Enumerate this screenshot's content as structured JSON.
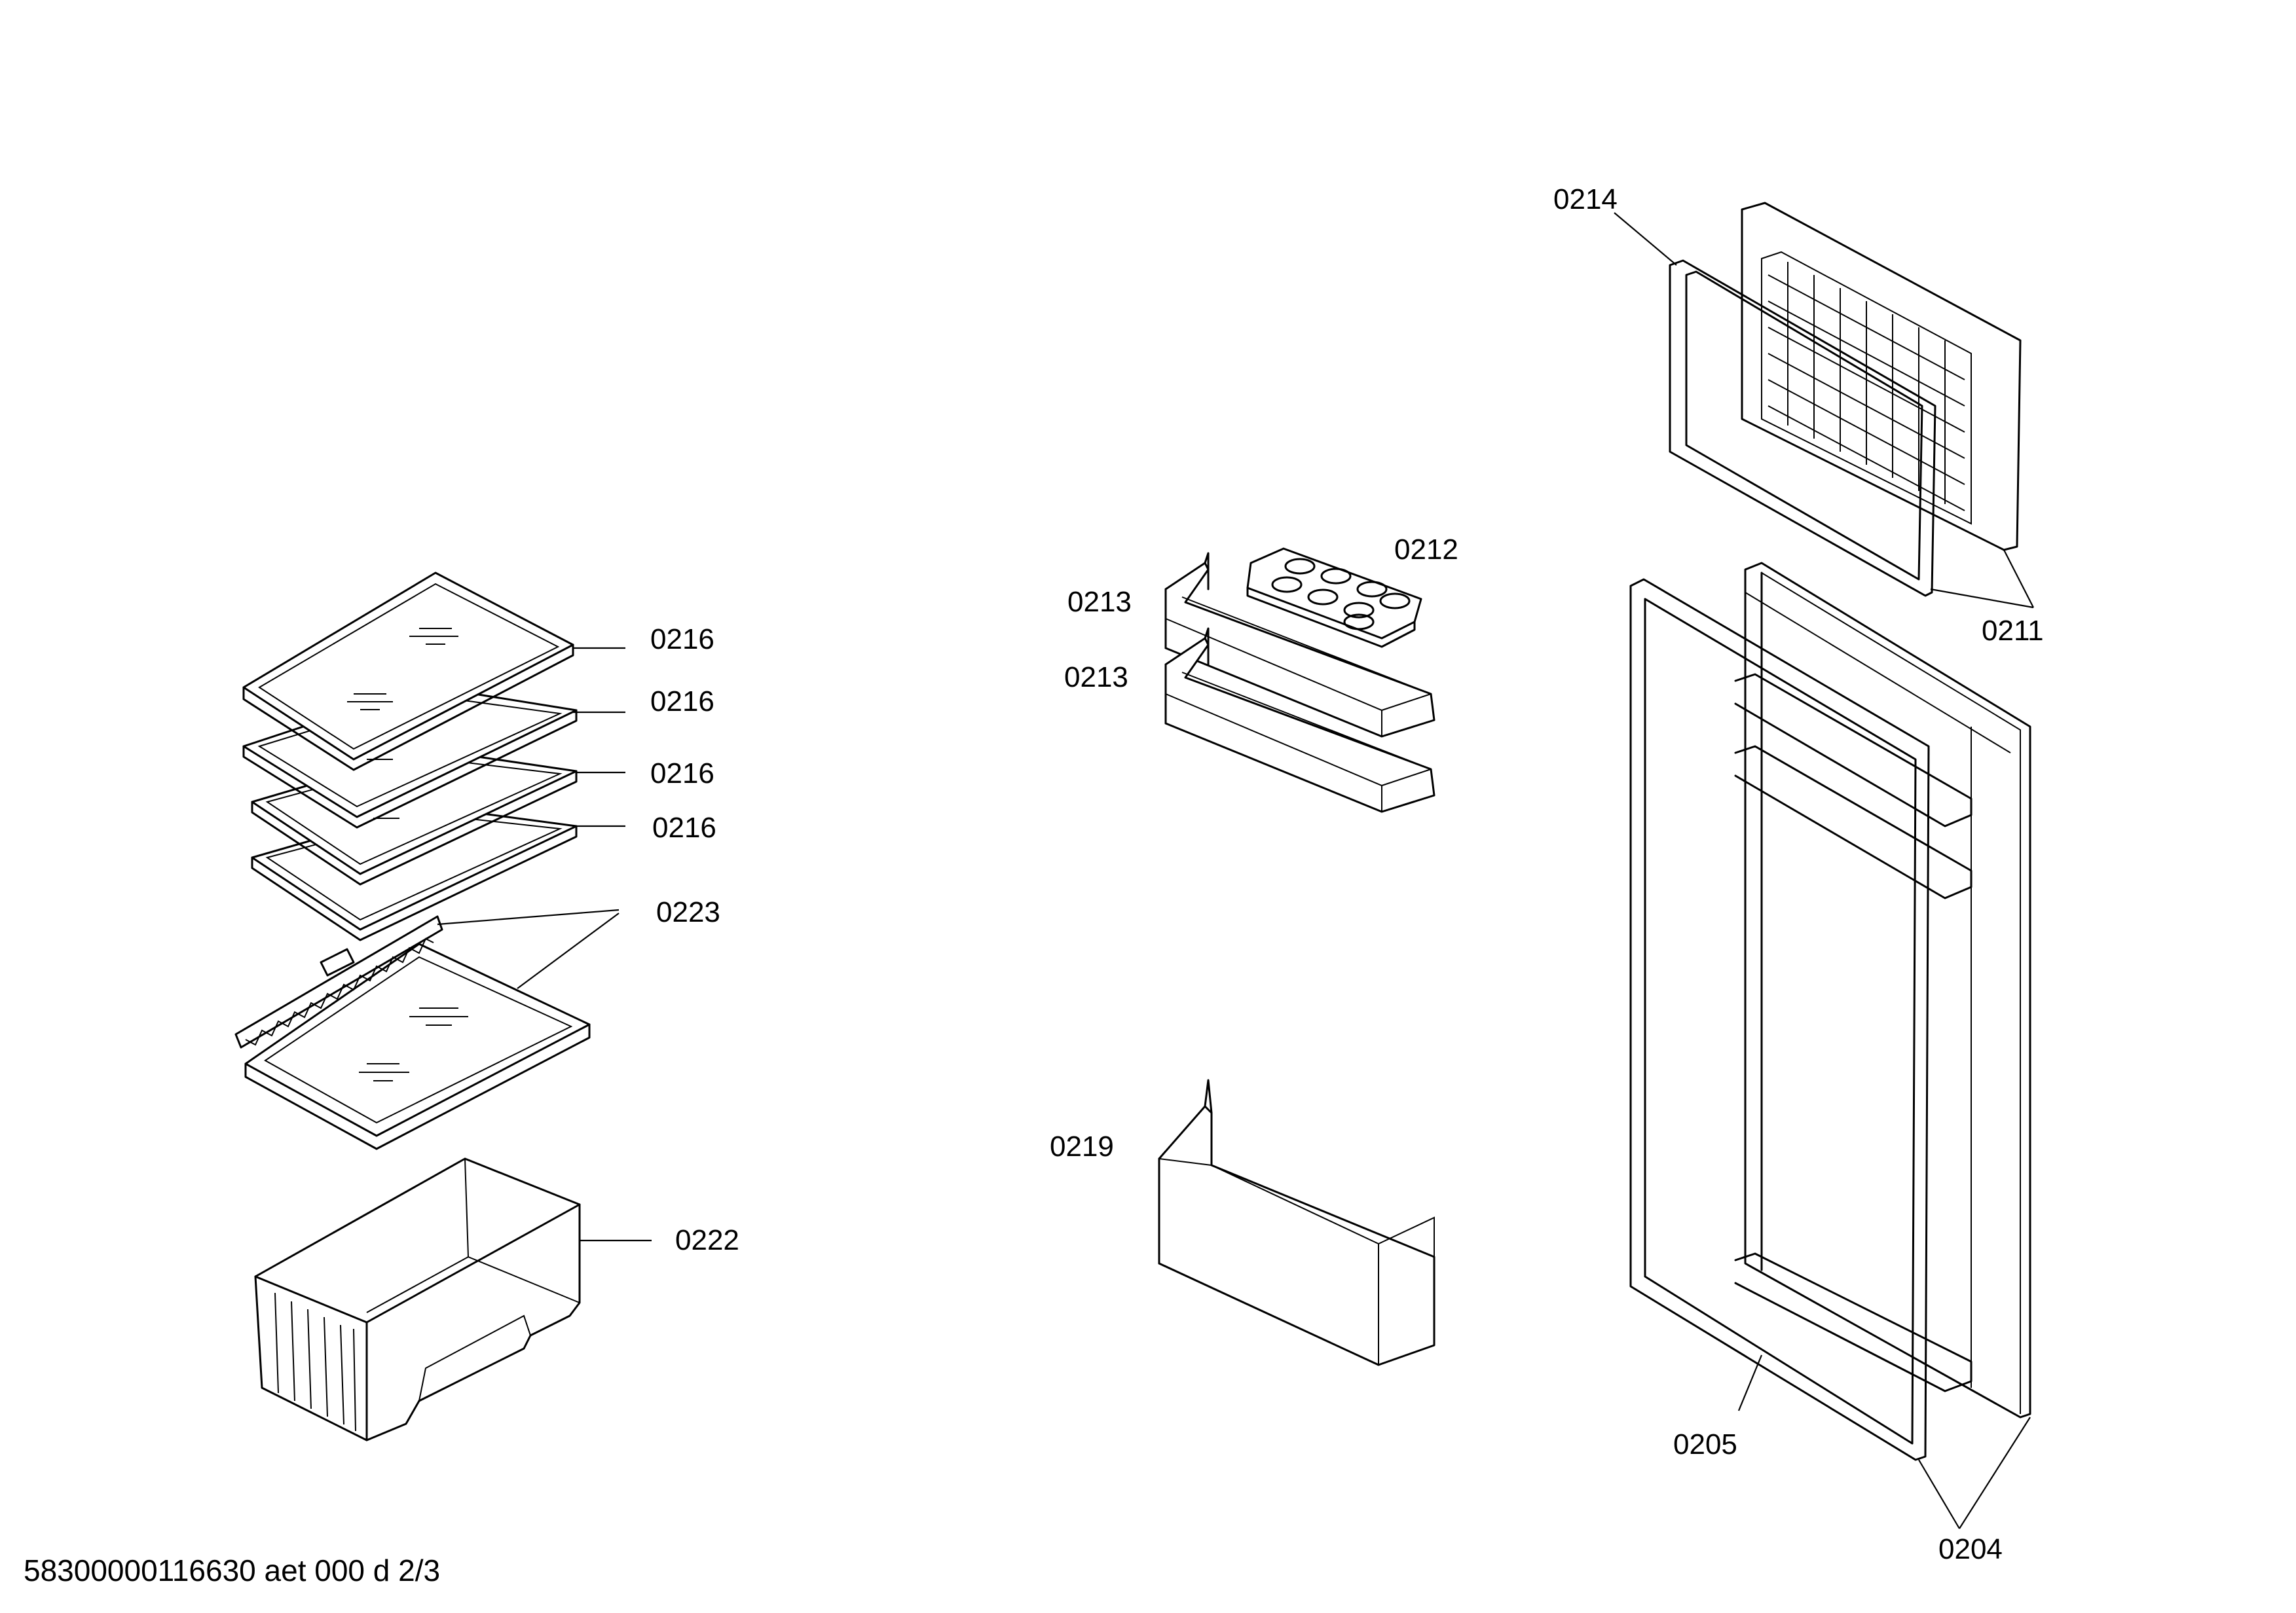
{
  "diagram": {
    "callouts": [
      {
        "id": "c0214",
        "text": "0214"
      },
      {
        "id": "c0211",
        "text": "0211"
      },
      {
        "id": "c0212",
        "text": "0212"
      },
      {
        "id": "c0213a",
        "text": "0213"
      },
      {
        "id": "c0213b",
        "text": "0213"
      },
      {
        "id": "c0216a",
        "text": "0216"
      },
      {
        "id": "c0216b",
        "text": "0216"
      },
      {
        "id": "c0216c",
        "text": "0216"
      },
      {
        "id": "c0216d",
        "text": "0216"
      },
      {
        "id": "c0223",
        "text": "0223"
      },
      {
        "id": "c0222",
        "text": "0222"
      },
      {
        "id": "c0219",
        "text": "0219"
      },
      {
        "id": "c0205",
        "text": "0205"
      },
      {
        "id": "c0204",
        "text": "0204"
      }
    ],
    "footer_code": "58300000116630 aet 000 d 2/3"
  }
}
